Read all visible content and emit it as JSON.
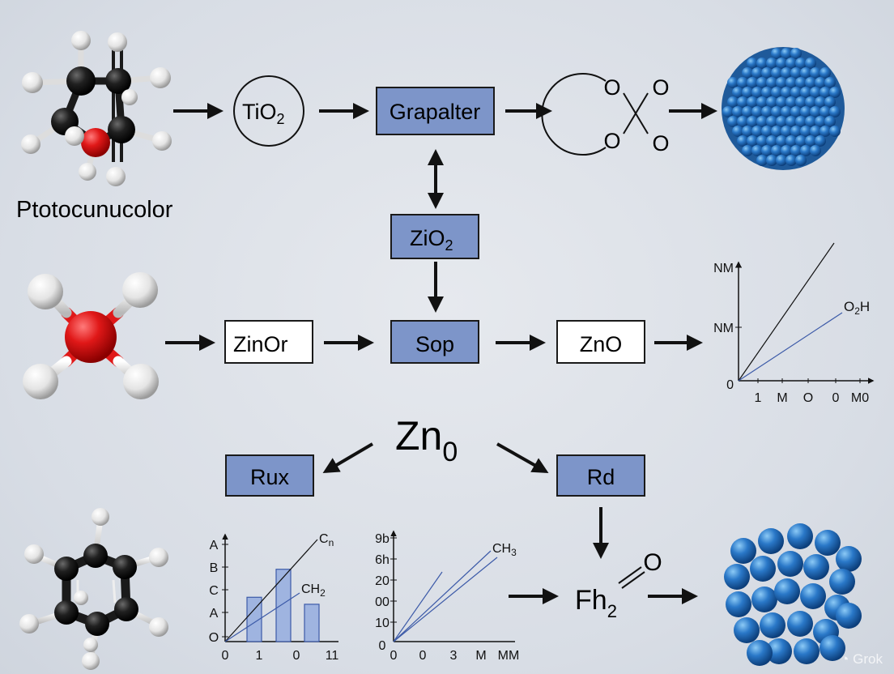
{
  "row1": {
    "molecule_label": "Ptotocunucolor",
    "circle_label": "TiO",
    "circle_label_sub": "2",
    "box1_label": "Grapalter",
    "o_atoms": [
      "O",
      "O",
      "O",
      "O"
    ]
  },
  "middle_box": {
    "label": "ZiO",
    "sub": "2"
  },
  "row2": {
    "box1_label": "ZinOr",
    "box2_label": "Sop",
    "box3_label": "ZnO"
  },
  "line_chart": {
    "y_ticks": [
      "NM",
      "NM",
      "0"
    ],
    "x_ticks": [
      "1",
      "M",
      "O",
      "0",
      "M0"
    ],
    "series_label": "O",
    "series_label_sub": "2",
    "series_label_tail": "H"
  },
  "zn_label": {
    "text": "Zn",
    "sub": "0"
  },
  "row3": {
    "left_box": "Rux",
    "right_box": "Rd"
  },
  "bar_chart": {
    "y_ticks": [
      "A",
      "B",
      "C",
      "A",
      "O"
    ],
    "x_ticks": [
      "0",
      "1",
      "0",
      "11"
    ],
    "line_label_1": "C",
    "line_label_1_tail": "n",
    "line_label_2": "CH",
    "line_label_2_sub": "2"
  },
  "line_chart_2": {
    "y_ticks": [
      "9b",
      "6h",
      "20",
      "00",
      "10",
      "0"
    ],
    "x_ticks": [
      "0",
      "0",
      "3",
      "M",
      "MM"
    ],
    "series_label": "CH",
    "series_label_sub": "3"
  },
  "product": {
    "text": "Fh",
    "sub": "2",
    "o_atom": "O"
  },
  "colors": {
    "box_fill": "#7d95c9",
    "box_stroke": "#1a1a1a",
    "atom_black": "#1c1c1c",
    "atom_white": "#f2f2f2",
    "atom_red": "#e01818",
    "atom_blue": "#2a78c8",
    "bar_fill": "#9fb4e0",
    "line_blue": "#3c5aa8"
  },
  "watermark": "Grok",
  "chart_data": [
    {
      "type": "line",
      "x_tick_labels": [
        "1",
        "M",
        "O",
        "0",
        "M0"
      ],
      "y_tick_labels": [
        "0",
        "NM",
        "NM"
      ],
      "series": [
        {
          "values": [
            [
              0,
              0
            ],
            [
              1,
              1
            ]
          ]
        },
        {
          "name": "O2H",
          "values": [
            [
              0,
              0
            ],
            [
              1,
              0.55
            ]
          ]
        }
      ]
    },
    {
      "type": "bar",
      "x_tick_labels": [
        "0",
        "1",
        "0",
        "11"
      ],
      "y_tick_labels": [
        "O",
        "A",
        "C",
        "B",
        "A"
      ],
      "bars": [
        0.38,
        0.62,
        0.32
      ],
      "series": [
        {
          "name": "Cn",
          "values": [
            [
              0,
              0
            ],
            [
              1,
              1
            ]
          ]
        },
        {
          "name": "CH2",
          "values": [
            [
              0,
              0
            ],
            [
              1,
              0.55
            ]
          ]
        }
      ]
    },
    {
      "type": "line",
      "x_tick_labels": [
        "0",
        "0",
        "3",
        "M",
        "MM"
      ],
      "y_tick_labels": [
        "0",
        "10",
        "00",
        "20",
        "6h",
        "9b"
      ],
      "series": [
        {
          "values": [
            [
              0,
              0
            ],
            [
              0.45,
              0.7
            ]
          ]
        },
        {
          "name": "CH3",
          "values": [
            [
              0,
              0
            ],
            [
              0.92,
              0.88
            ]
          ]
        }
      ]
    }
  ]
}
